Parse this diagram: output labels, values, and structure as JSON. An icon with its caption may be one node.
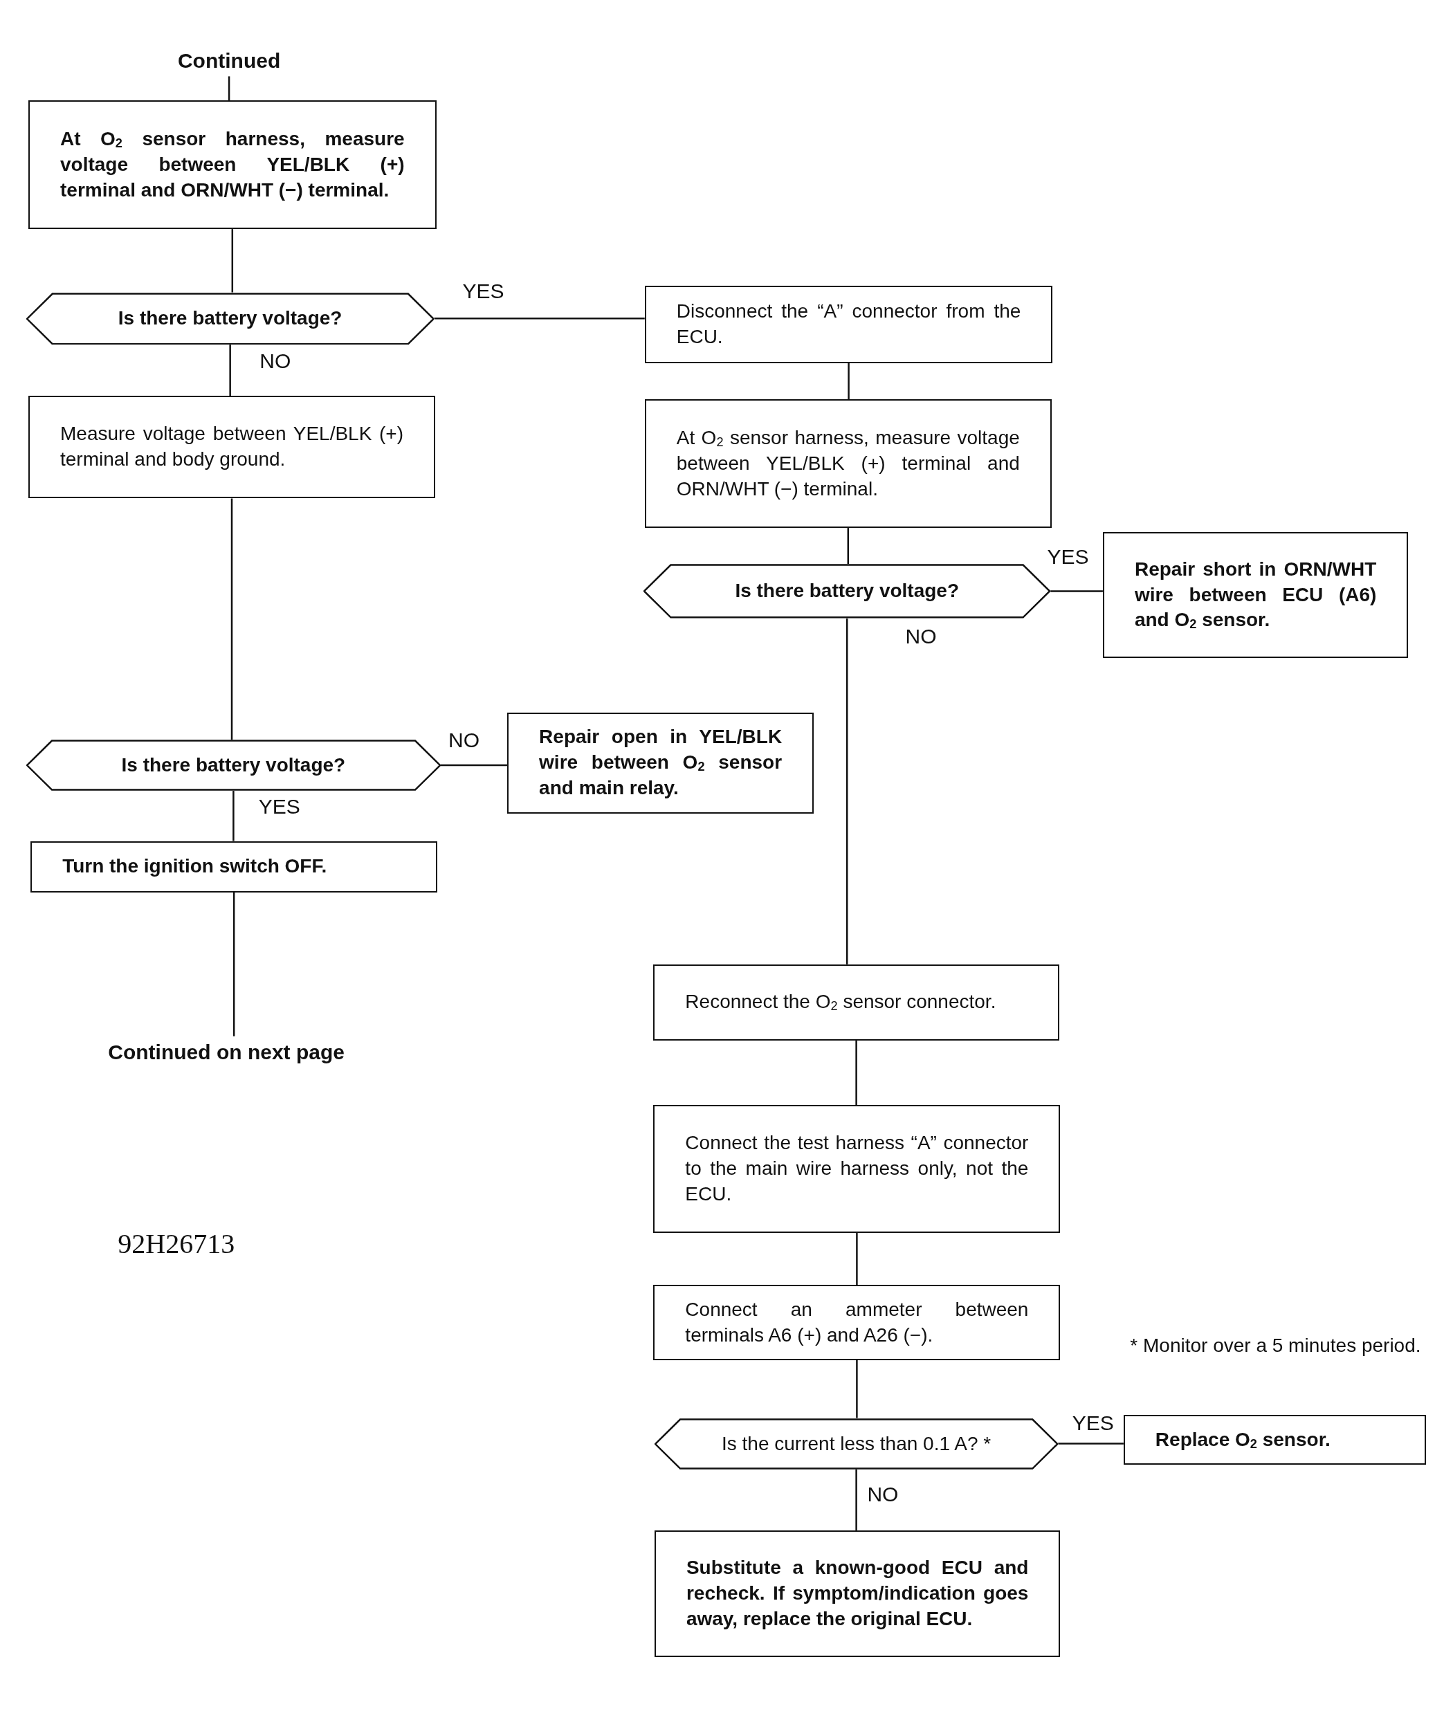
{
  "diagram": {
    "nodes": [
      {
        "text": [
          "Continued"
        ]
      },
      {
        "text": [
          "At O$_{2}$ sensor harness, measure voltage between YEL/BLK (+) terminal and ORN/WHT (−) terminal."
        ]
      },
      {
        "text": [
          "Is there battery voltage?"
        ]
      },
      {
        "text": [
          "Disconnect the “A” connector from the ECU."
        ]
      },
      {
        "text": [
          "Measure voltage between YEL/BLK (+) terminal and body ground."
        ]
      },
      {
        "text": [
          "At O$_{2}$ sensor harness, measure voltage between YEL/BLK (+) terminal and ORN/WHT (−) terminal."
        ]
      },
      {
        "text": [
          "Is there battery voltage?"
        ]
      },
      {
        "text": [
          "Repair short in ORN/WHT wire between ECU (A6) and O$_{2}$ sensor."
        ]
      },
      {
        "text": [
          "Is there battery voltage?"
        ]
      },
      {
        "text": [
          "Repair open in YEL/BLK wire between O$_{2}$ sensor and main relay."
        ]
      },
      {
        "text": [
          "Turn the ignition switch OFF."
        ]
      },
      {
        "text": [
          "Continued on next page"
        ]
      },
      {
        "text": [
          "Reconnect the O$_{2}$ sensor connector."
        ]
      },
      {
        "text": [
          "Connect the test harness “A” connector to the main wire harness only, not the ECU."
        ]
      },
      {
        "text": [
          "Connect an ammeter between terminals A6 (+) and A26 (−)."
        ]
      },
      {
        "text": [
          "Is the current less than 0.1 A? *"
        ]
      },
      {
        "text": [
          "Replace O$_{2}$ sensor."
        ]
      },
      {
        "text": [
          "Substitute a known-good ECU and recheck. If symptom/indication goes away, replace the original ECU."
        ]
      }
    ],
    "edges": [
      {
        "from": 0,
        "to": 1,
        "arrow": "none"
      },
      {
        "from": 1,
        "to": 2,
        "arrow": "none"
      },
      {
        "from": 2,
        "to": 3,
        "label": "YES",
        "arrow": "none"
      },
      {
        "from": 2,
        "to": 4,
        "label": "NO",
        "arrow": "none"
      },
      {
        "from": 3,
        "to": 5,
        "arrow": "none"
      },
      {
        "from": 5,
        "to": 6,
        "arrow": "none"
      },
      {
        "from": 6,
        "to": 7,
        "label": "YES",
        "arrow": "none"
      },
      {
        "from": 6,
        "to": 12,
        "label": "NO",
        "arrow": "none"
      },
      {
        "from": 4,
        "to": 8,
        "arrow": "none"
      },
      {
        "from": 8,
        "to": 9,
        "label": "NO",
        "arrow": "none"
      },
      {
        "from": 8,
        "to": 10,
        "label": "YES",
        "arrow": "none"
      },
      {
        "from": 10,
        "to": 11,
        "arrow": "none"
      },
      {
        "from": 12,
        "to": 13,
        "arrow": "none"
      },
      {
        "from": 13,
        "to": 14,
        "arrow": "none"
      },
      {
        "from": 14,
        "to": 15,
        "arrow": "none"
      },
      {
        "from": 15,
        "to": 16,
        "label": "YES",
        "arrow": "none"
      },
      {
        "from": 15,
        "to": 17,
        "label": "NO",
        "arrow": "none"
      }
    ],
    "labels": [
      "* Monitor over a 5 minutes period.",
      "92H26713"
    ]
  }
}
